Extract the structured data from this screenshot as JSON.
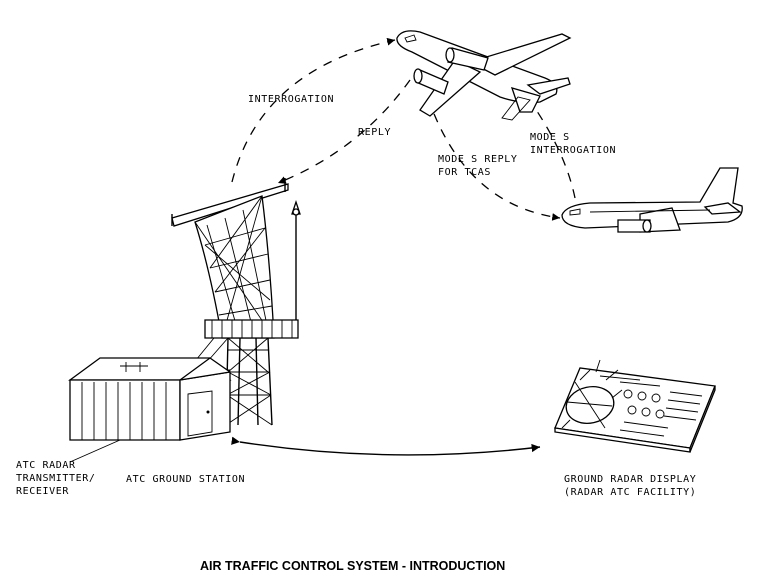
{
  "labels": {
    "interrogation": "INTERROGATION",
    "reply": "REPLY",
    "mode_s_reply_line1": "MODE S REPLY",
    "mode_s_reply_line2": "FOR TCAS",
    "mode_s_interrogation_line1": "MODE S",
    "mode_s_interrogation_line2": "INTERROGATION",
    "transmitter_line1": "ATC RADAR",
    "transmitter_line2": "TRANSMITTER/",
    "transmitter_line3": "RECEIVER",
    "ground_station": "ATC GROUND STATION",
    "display_line1": "GROUND RADAR DISPLAY",
    "display_line2": "(RADAR ATC FACILITY)"
  },
  "caption": "AIR TRAFFIC CONTROL SYSTEM - INTRODUCTION"
}
